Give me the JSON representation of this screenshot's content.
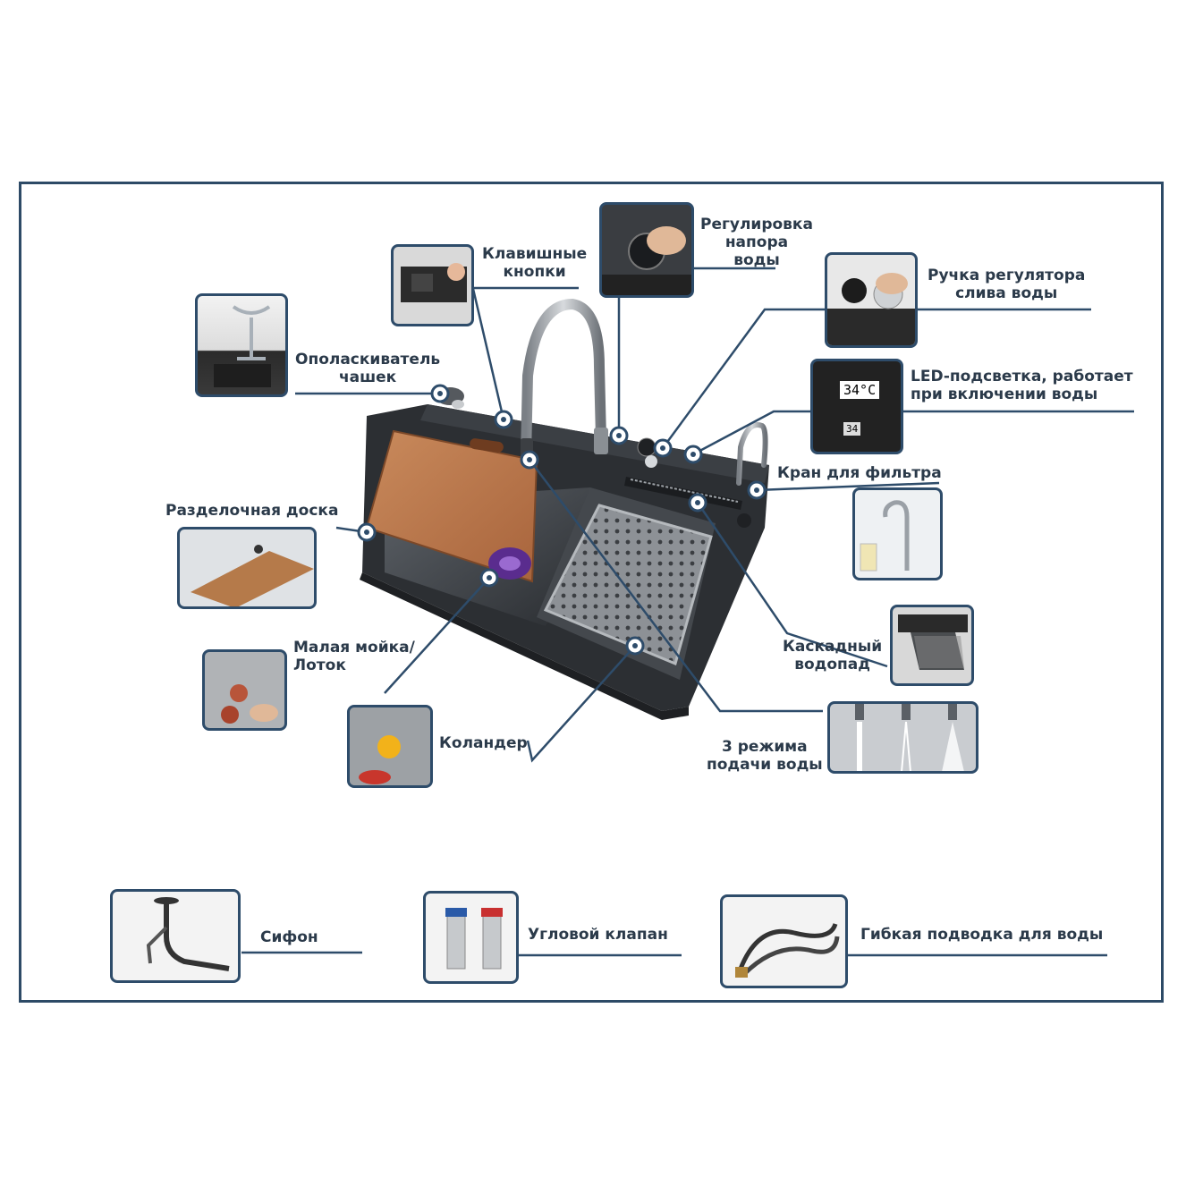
{
  "labels": {
    "keyboard_buttons": [
      "Клавишные",
      "кнопки"
    ],
    "pressure": [
      "Регулировка",
      "напора",
      "воды"
    ],
    "drain_handle": [
      "Ручка регулятора",
      "слива воды"
    ],
    "led": [
      "LED-подсветка, работает",
      "при включении воды"
    ],
    "filter_tap": "Кран для фильтра",
    "cascade": [
      "Каскадный",
      "водопад"
    ],
    "modes": [
      "3 режима",
      "подачи воды"
    ],
    "colander": "Коландер",
    "small_sink": [
      "Малая мойка/",
      "Лоток"
    ],
    "board": "Разделочная доска",
    "cup_rinser": [
      "Ополаскиватель",
      "чашек"
    ],
    "siphon": "Сифон",
    "angle_valve": "Угловой клапан",
    "hose": "Гибкая подводка для воды",
    "led_display": "34°C",
    "led_display_small": "34"
  },
  "colors": {
    "accent": "#2e4c6a",
    "text": "#2b3a4a",
    "line": "#2e4c6a"
  }
}
